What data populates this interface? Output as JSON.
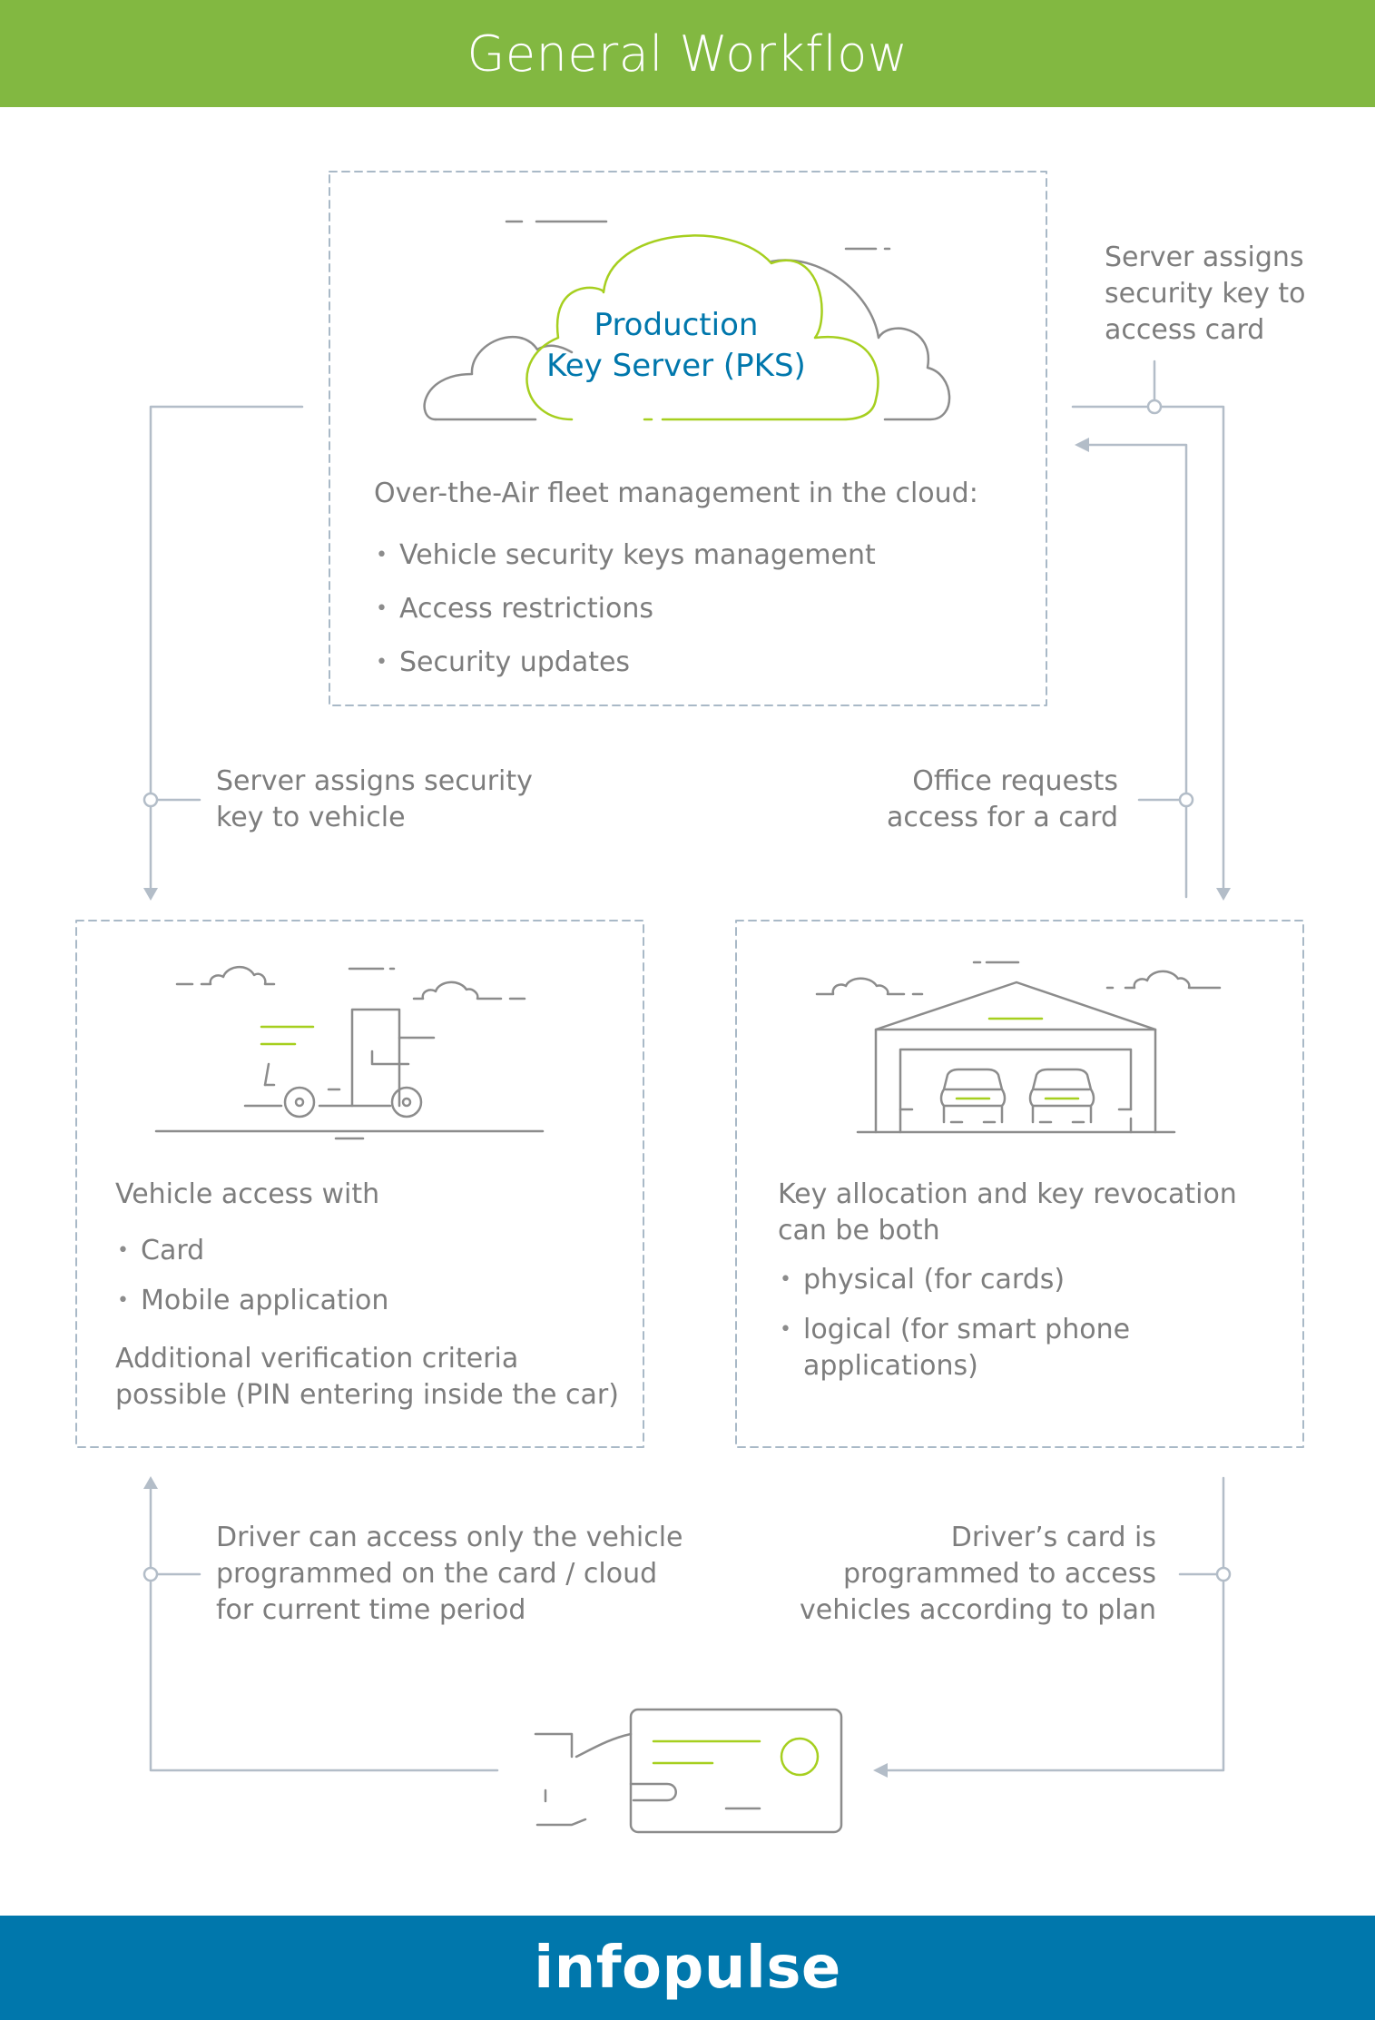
{
  "header": {
    "title": "General Workflow"
  },
  "footer": {
    "logo": "infopulse"
  },
  "server_box": {
    "title_line1": "Production",
    "title_line2": "Key Server (PKS)",
    "intro": "Over-the-Air fleet management in the cloud:",
    "items": [
      "Vehicle security keys management",
      "Access restrictions",
      "Security updates"
    ]
  },
  "vehicle_box": {
    "intro": "Vehicle access with",
    "items": [
      "Card",
      "Mobile application"
    ],
    "note": "Additional verification criteria possible (PIN entering inside the car)"
  },
  "office_box": {
    "intro": "Key allocation and key revocation can be both",
    "items": [
      "physical (for cards)",
      "logical (for smart phone applications)"
    ]
  },
  "labels": {
    "server_to_card": "Server assigns security key to access card",
    "server_to_vehicle": "Server assigns security key to vehicle",
    "office_request": "Office requests access for a card",
    "driver_access": "Driver can access only the vehicle programmed on the card / cloud for current time period",
    "card_programmed": "Driver’s card is programmed to access vehicles according to plan"
  },
  "colors": {
    "green": "#82b841",
    "blue": "#0077ac",
    "line": "#b3bdc8",
    "icon": "#8c8c8c",
    "accent": "#a6cf1f"
  }
}
